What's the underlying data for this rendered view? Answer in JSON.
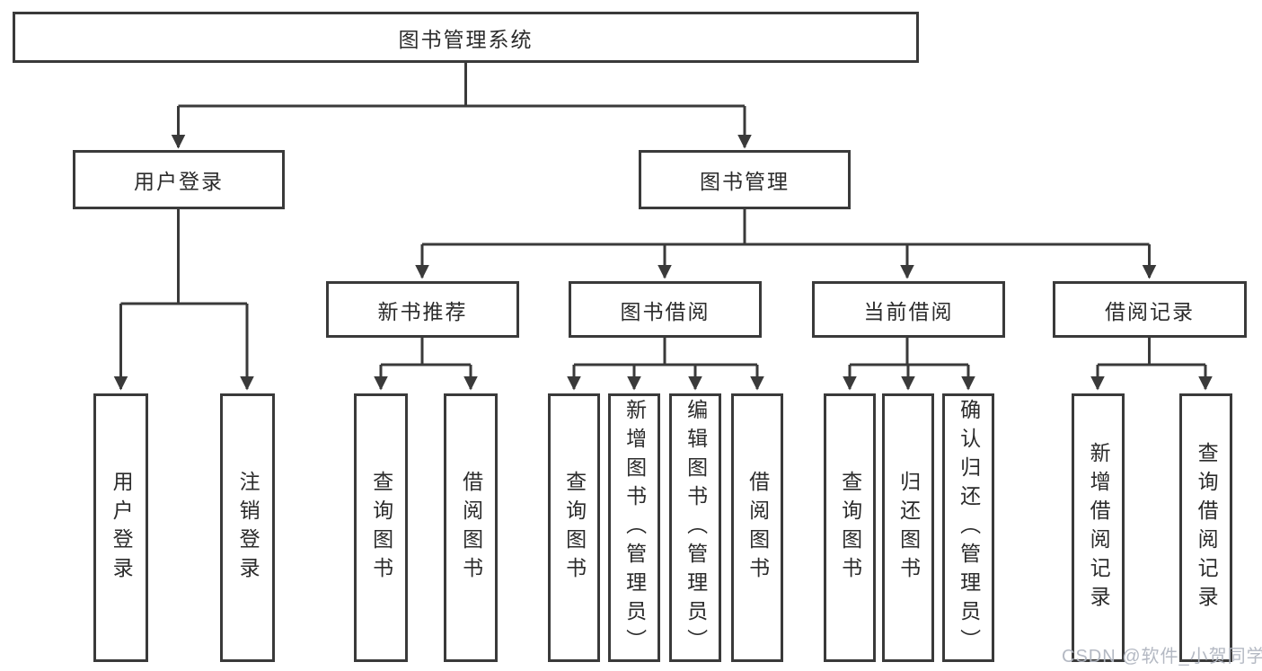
{
  "title": "图书管理系统",
  "level2": {
    "user_login": "用户登录",
    "book_management": "图书管理"
  },
  "level3": {
    "new_books": "新书推荐",
    "book_borrow": "图书借阅",
    "current_borrow": "当前借阅",
    "borrow_records": "借阅记录"
  },
  "leaves": {
    "user_login": [
      "用户登录",
      "注销登录"
    ],
    "new_books": [
      "查询图书",
      "借阅图书"
    ],
    "book_borrow": [
      "查询图书",
      "新增图书（管理员）",
      "编辑图书（管理员）",
      "借阅图书"
    ],
    "current_borrow": [
      "查询图书",
      "归还图书",
      "确认归还（管理员）"
    ],
    "borrow_records": [
      "新增借阅记录",
      "查询借阅记录"
    ]
  },
  "watermark": "CSDN @软件_小贺同学",
  "colors": {
    "line": "#3a3a3a",
    "text": "#2b2b2b",
    "box_background": "#ffffff",
    "watermark": "#b0b5c0"
  }
}
